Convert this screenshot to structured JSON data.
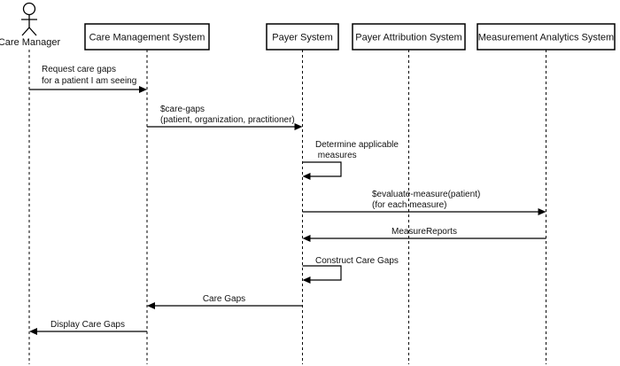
{
  "diagram": {
    "actor": {
      "label": "Care Manager",
      "icon": "stick-figure-icon"
    },
    "participants": [
      {
        "key": "cms",
        "label": "Care Management System"
      },
      {
        "key": "payer",
        "label": "Payer System"
      },
      {
        "key": "attr",
        "label": "Payer Attribution System"
      },
      {
        "key": "mas",
        "label": "Measurement Analytics System"
      }
    ],
    "messages": [
      {
        "from": "actor",
        "to": "cms",
        "lines": [
          "Request care gaps",
          "for a patient I am seeing"
        ]
      },
      {
        "from": "cms",
        "to": "payer",
        "lines": [
          "$care-gaps",
          "(patient, organization, practitioner)"
        ]
      },
      {
        "from": "payer",
        "to": "payer",
        "self": true,
        "lines": [
          "Determine applicable",
          " measures"
        ]
      },
      {
        "from": "payer",
        "to": "mas",
        "lines": [
          "$evaluate-measure(patient)",
          "(for each measure)"
        ]
      },
      {
        "from": "mas",
        "to": "payer",
        "lines": [
          "MeasureReports"
        ]
      },
      {
        "from": "payer",
        "to": "payer",
        "self": true,
        "lines": [
          "Construct Care Gaps"
        ]
      },
      {
        "from": "payer",
        "to": "cms",
        "lines": [
          "Care Gaps"
        ]
      },
      {
        "from": "cms",
        "to": "actor",
        "lines": [
          "Display Care Gaps"
        ]
      }
    ]
  }
}
